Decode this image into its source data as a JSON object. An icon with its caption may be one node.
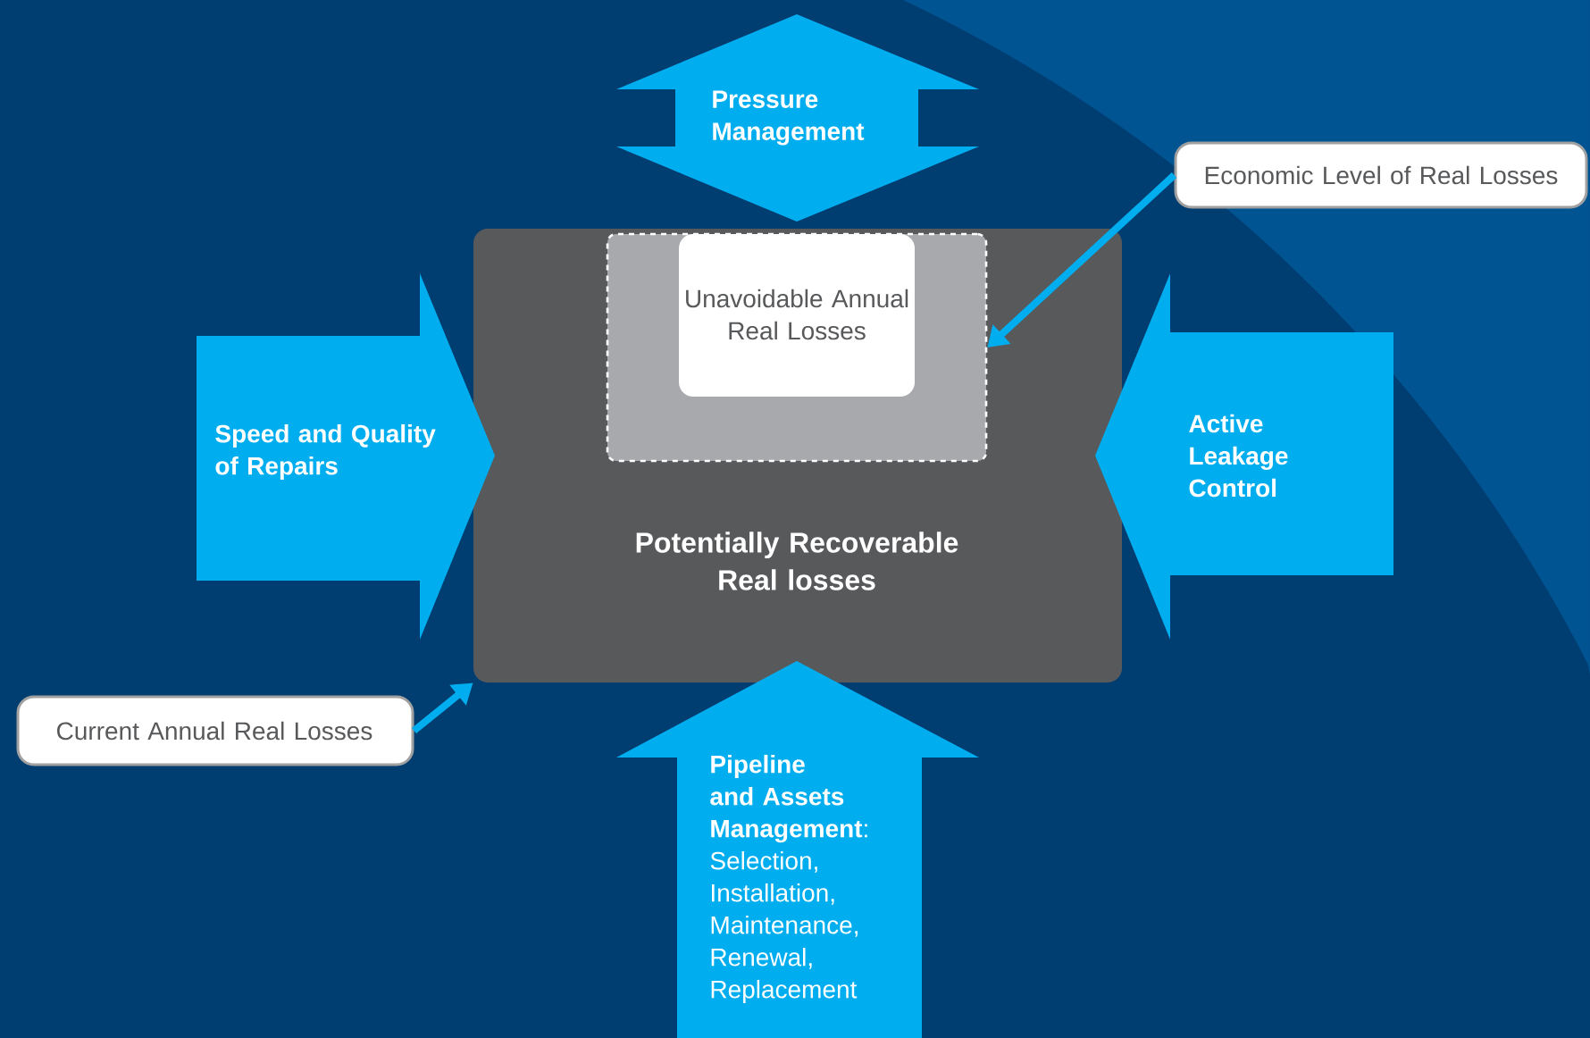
{
  "diagram": {
    "nodes": [
      {
        "text": [
          "Potentially Recoverable Real losses"
        ]
      },
      {
        "text": [],
        "shape": "box",
        "in": 0
      },
      {
        "text": [
          "Unavoidable Annual Real Losses"
        ],
        "in": 1
      },
      {
        "text": [
          "Pressure Management"
        ]
      },
      {
        "text": [
          "Speed and Quality of Repairs"
        ]
      },
      {
        "text": [
          "Active Leakage Control"
        ]
      },
      {
        "text": [
          "**Pipeline and Assets Management**: Selection, Installation, Maintenance, Renewal, Replacement"
        ]
      },
      {
        "text": [
          "Economic Level of Real Losses"
        ]
      },
      {
        "text": [
          "Current Annual Real Losses"
        ]
      }
    ],
    "edges": [
      {
        "from": 7,
        "to": 1,
        "arrow": "to"
      },
      {
        "from": 8,
        "to": 0,
        "arrow": "to"
      }
    ]
  }
}
